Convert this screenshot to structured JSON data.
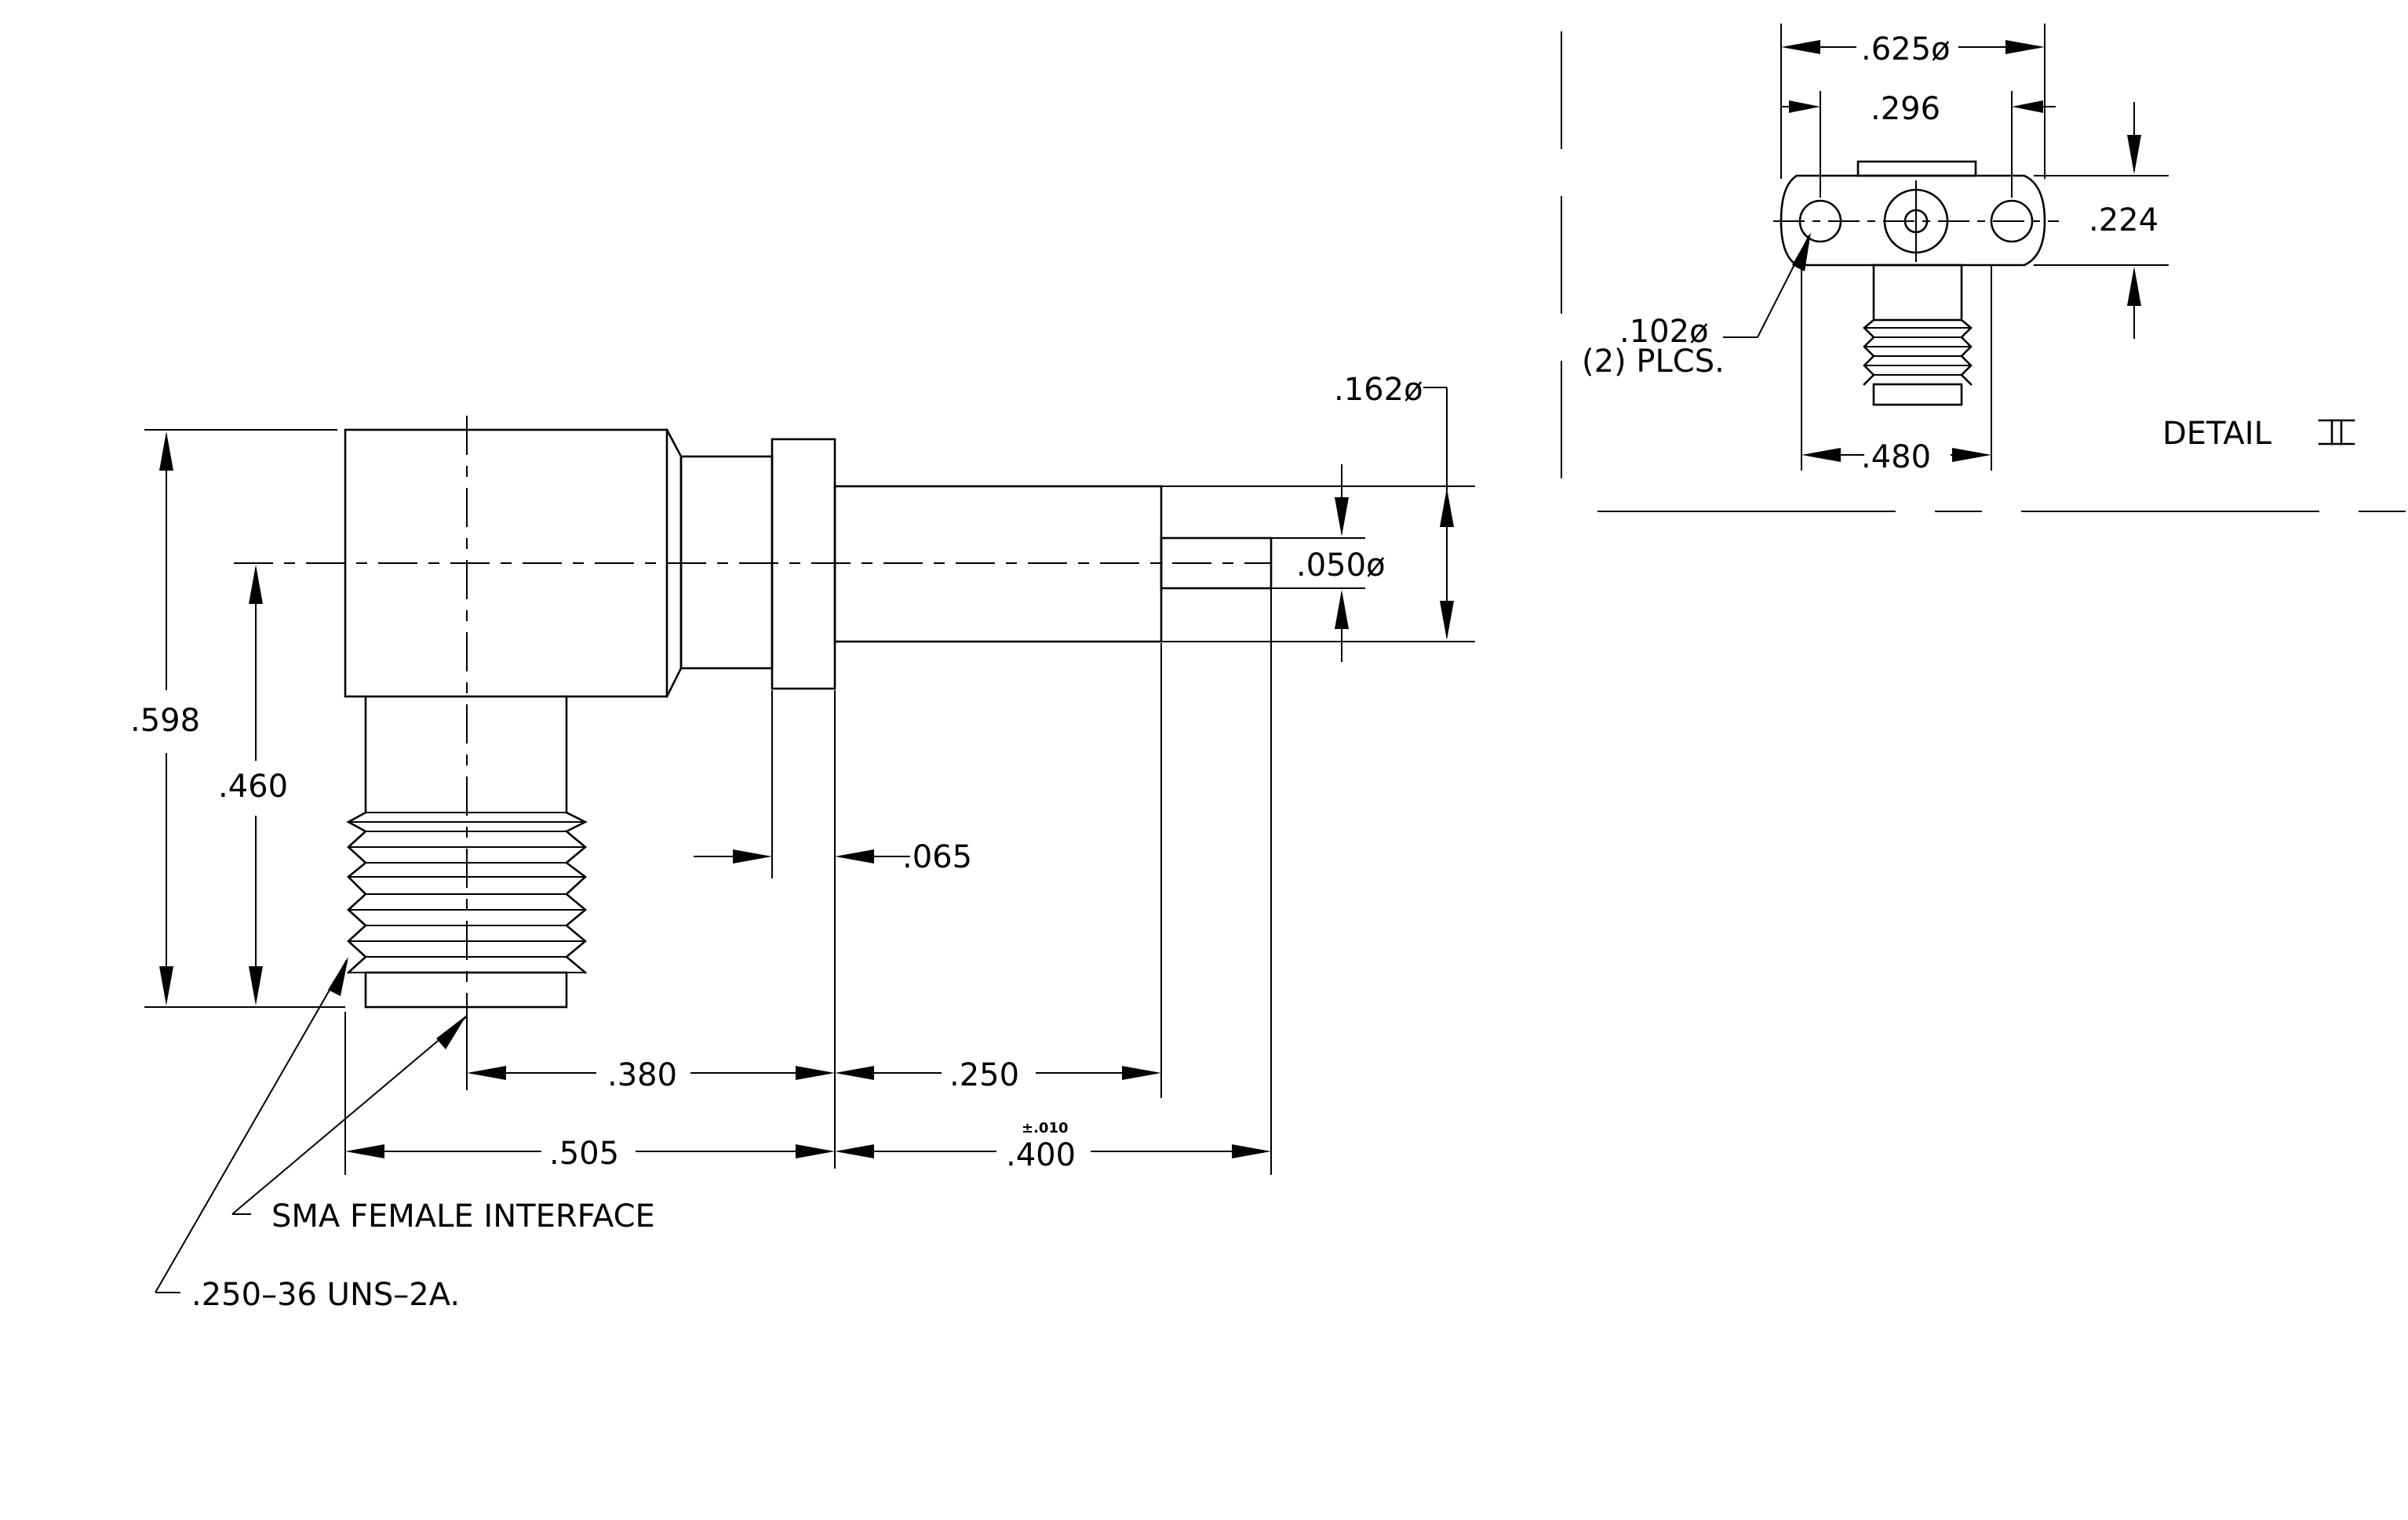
{
  "dimensions": {
    "overall_height": ".598",
    "center_height": ".460",
    "flange_thickness": ".065",
    "dim_380": ".380",
    "dim_250": ".250",
    "dim_505": ".505",
    "dim_400": ".400",
    "tol_400": "±.010",
    "body_dia": ".162ø",
    "pin_dia": ".050ø",
    "flange_width": ".625ø",
    "hole_spacing": ".296",
    "flange_height": ".224",
    "hole_dia": ".102ø",
    "hole_count": "(2) PLCS.",
    "thread_width": ".480"
  },
  "notes": {
    "interface": "SMA FEMALE INTERFACE",
    "thread": ".250–36 UNS–2A."
  },
  "detail": {
    "label": "DETAIL"
  }
}
